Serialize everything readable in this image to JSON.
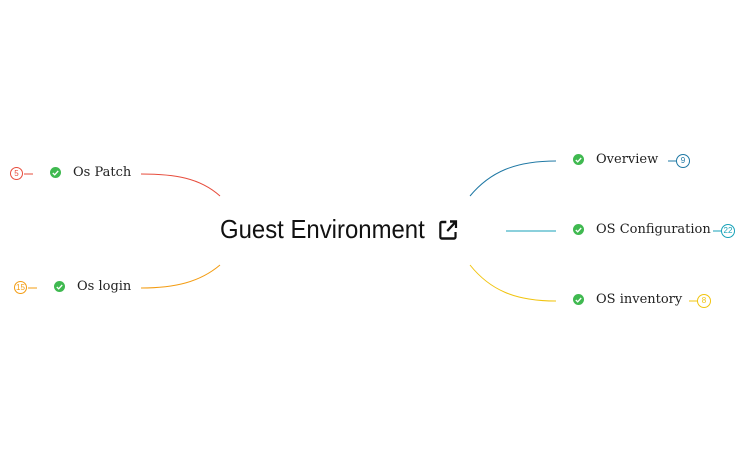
{
  "root": {
    "title": "Guest Environment",
    "icon": "external-link-icon"
  },
  "nodes": [
    {
      "id": "os-patch",
      "label": "Os Patch",
      "count": "5",
      "color": "#e74c3c",
      "status_icon": "check-circle-icon"
    },
    {
      "id": "os-login",
      "label": "Os login",
      "count": "15",
      "color": "#f39c12",
      "status_icon": "check-circle-icon"
    },
    {
      "id": "overview",
      "label": "Overview",
      "count": "9",
      "color": "#1f78a4",
      "status_icon": "check-circle-icon"
    },
    {
      "id": "os-configuration",
      "label": "OS Configuration",
      "count": "22",
      "color": "#17a2b8",
      "status_icon": "check-circle-icon"
    },
    {
      "id": "os-inventory",
      "label": "OS inventory",
      "count": "8",
      "color": "#f1c40f",
      "status_icon": "check-circle-icon"
    }
  ],
  "status_color": "#3fb950"
}
